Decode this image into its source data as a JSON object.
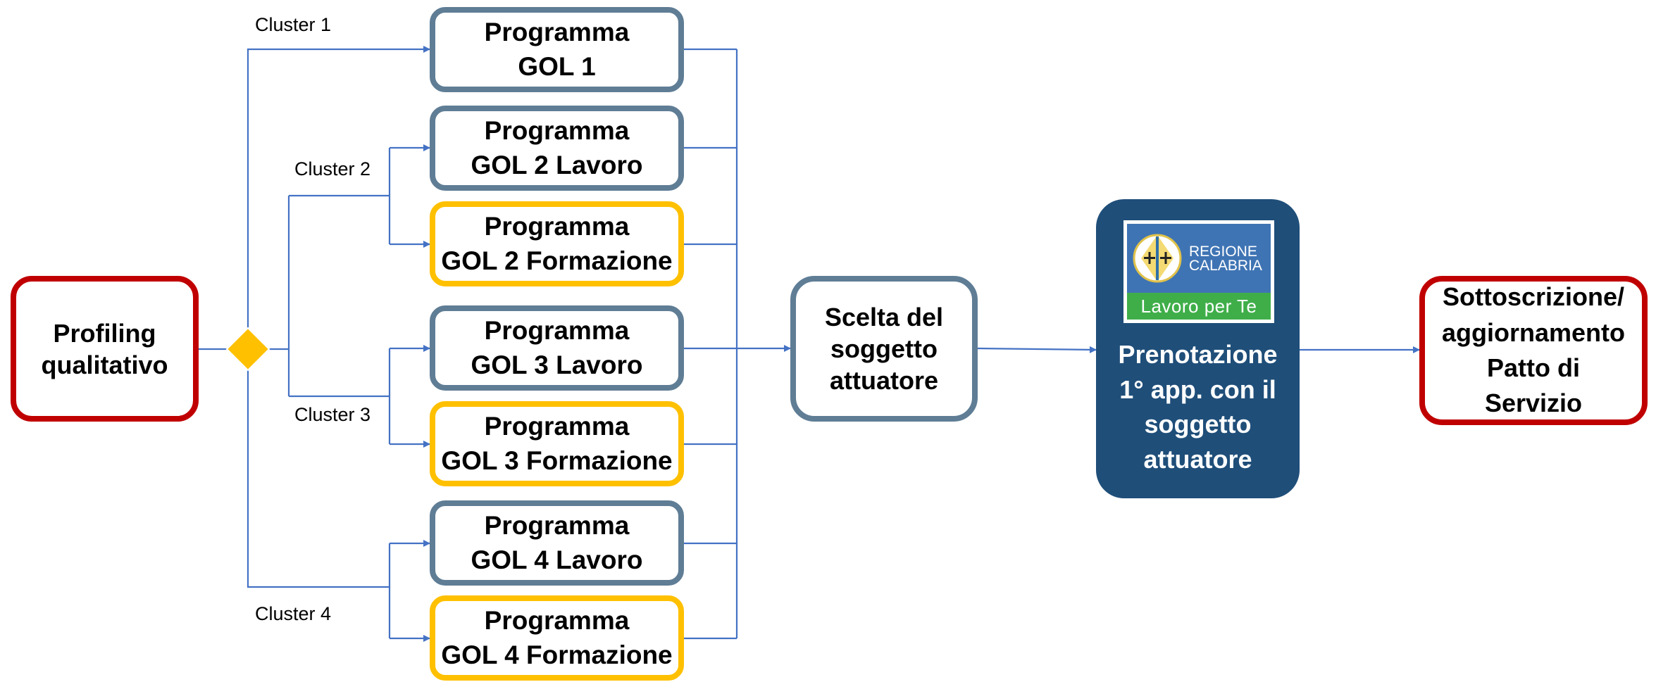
{
  "start": {
    "lines": [
      "Profiling",
      "qualitativo"
    ]
  },
  "clusters": [
    "Cluster 1",
    "Cluster 2",
    "Cluster 3",
    "Cluster 4"
  ],
  "programs": [
    {
      "line1": "Programma",
      "line2": "GOL 1",
      "kind": "lavoro"
    },
    {
      "line1": "Programma",
      "line2": "GOL 2 Lavoro",
      "kind": "lavoro"
    },
    {
      "line1": "Programma",
      "line2": "GOL 2 Formazione",
      "kind": "formazione"
    },
    {
      "line1": "Programma",
      "line2": "GOL 3 Lavoro",
      "kind": "lavoro"
    },
    {
      "line1": "Programma",
      "line2": "GOL 3 Formazione",
      "kind": "formazione"
    },
    {
      "line1": "Programma",
      "line2": "GOL 4 Lavoro",
      "kind": "lavoro"
    },
    {
      "line1": "Programma",
      "line2": "GOL 4 Formazione",
      "kind": "formazione"
    }
  ],
  "choice": {
    "lines": [
      "Scelta del",
      "soggetto",
      "attuatore"
    ]
  },
  "booking": {
    "logo": {
      "name_lines": [
        "REGIONE",
        "CALABRIA"
      ],
      "tagline": "Lavoro per Te"
    },
    "lines": [
      "Prenotazione",
      "1° app. con il",
      "soggetto",
      "attuatore"
    ]
  },
  "end": {
    "lines": [
      "Sottoscrizione/",
      "aggiornamento",
      "Patto di",
      "Servizio"
    ]
  },
  "colors": {
    "connector": "#4472c4",
    "start_end_border": "#c00000",
    "lavoro_border": "#5f7d95",
    "formazione_border": "#ffc000",
    "decision_diamond": "#ffc000",
    "booking_fill": "#1f4e79",
    "logo_blue": "#3f74b4",
    "logo_green": "#3fae49"
  }
}
